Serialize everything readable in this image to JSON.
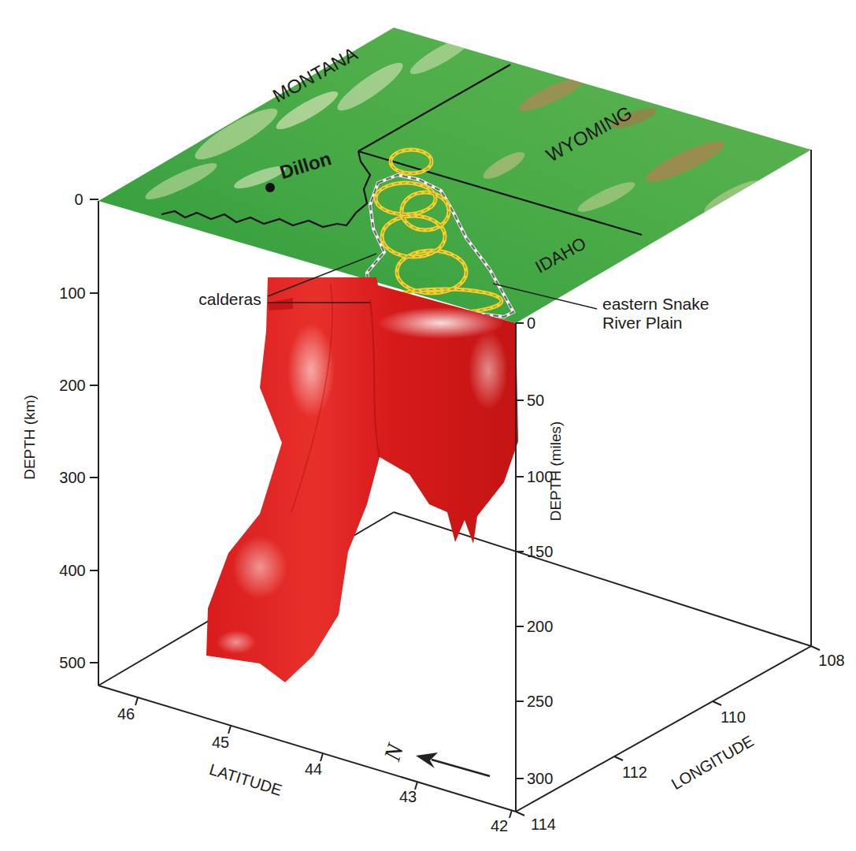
{
  "diagram": {
    "labels": [
      "MONTANA",
      "WYOMING",
      "IDAHO",
      "Dillon",
      "calderas",
      "eastern Snake River Plain",
      "DEPTH (km)",
      "0",
      "100",
      "200",
      "300",
      "400",
      "500",
      "DEPTH (miles)",
      "0",
      "50",
      "100",
      "150",
      "200",
      "250",
      "300",
      "LATITUDE",
      "46",
      "45",
      "44",
      "43",
      "42",
      "LONGITUDE",
      "114",
      "112",
      "110",
      "108",
      "N"
    ]
  }
}
